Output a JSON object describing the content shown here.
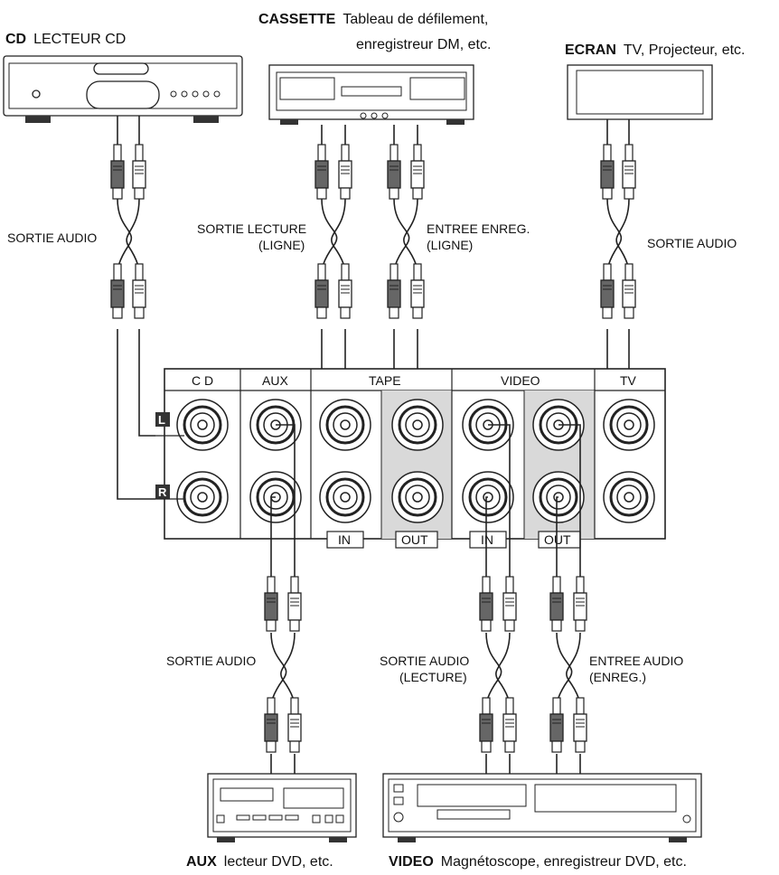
{
  "devices": {
    "cd": {
      "code": "CD",
      "desc": "LECTEUR CD"
    },
    "cassette": {
      "code": "CASSETTE",
      "desc_line1": "Tableau de défilement,",
      "desc_line2": "enregistreur DM, etc."
    },
    "ecran": {
      "code": "ECRAN",
      "desc": "TV, Projecteur, etc."
    },
    "aux": {
      "code": "AUX",
      "desc": "lecteur DVD, etc."
    },
    "video": {
      "code": "VIDEO",
      "desc": "Magnétoscope, enregistreur DVD, etc."
    }
  },
  "cable_labels": {
    "cd_out": "SORTIE AUDIO",
    "tape_play_1": "SORTIE LECTURE",
    "tape_play_2": "(LIGNE)",
    "tape_rec_1": "ENTREE ENREG.",
    "tape_rec_2": "(LIGNE)",
    "tv_out": "SORTIE AUDIO",
    "aux_out": "SORTIE AUDIO",
    "video_play_1": "SORTIE AUDIO",
    "video_play_2": "(LECTURE)",
    "video_rec_1": "ENTREE AUDIO",
    "video_rec_2": "(ENREG.)"
  },
  "panel": {
    "sections": [
      "C D",
      "AUX",
      "TAPE",
      "VIDEO",
      "TV"
    ],
    "channel_left": "L",
    "channel_right": "R",
    "tape_in": "IN",
    "tape_out": "OUT",
    "video_in": "IN",
    "video_out": "OUT"
  }
}
